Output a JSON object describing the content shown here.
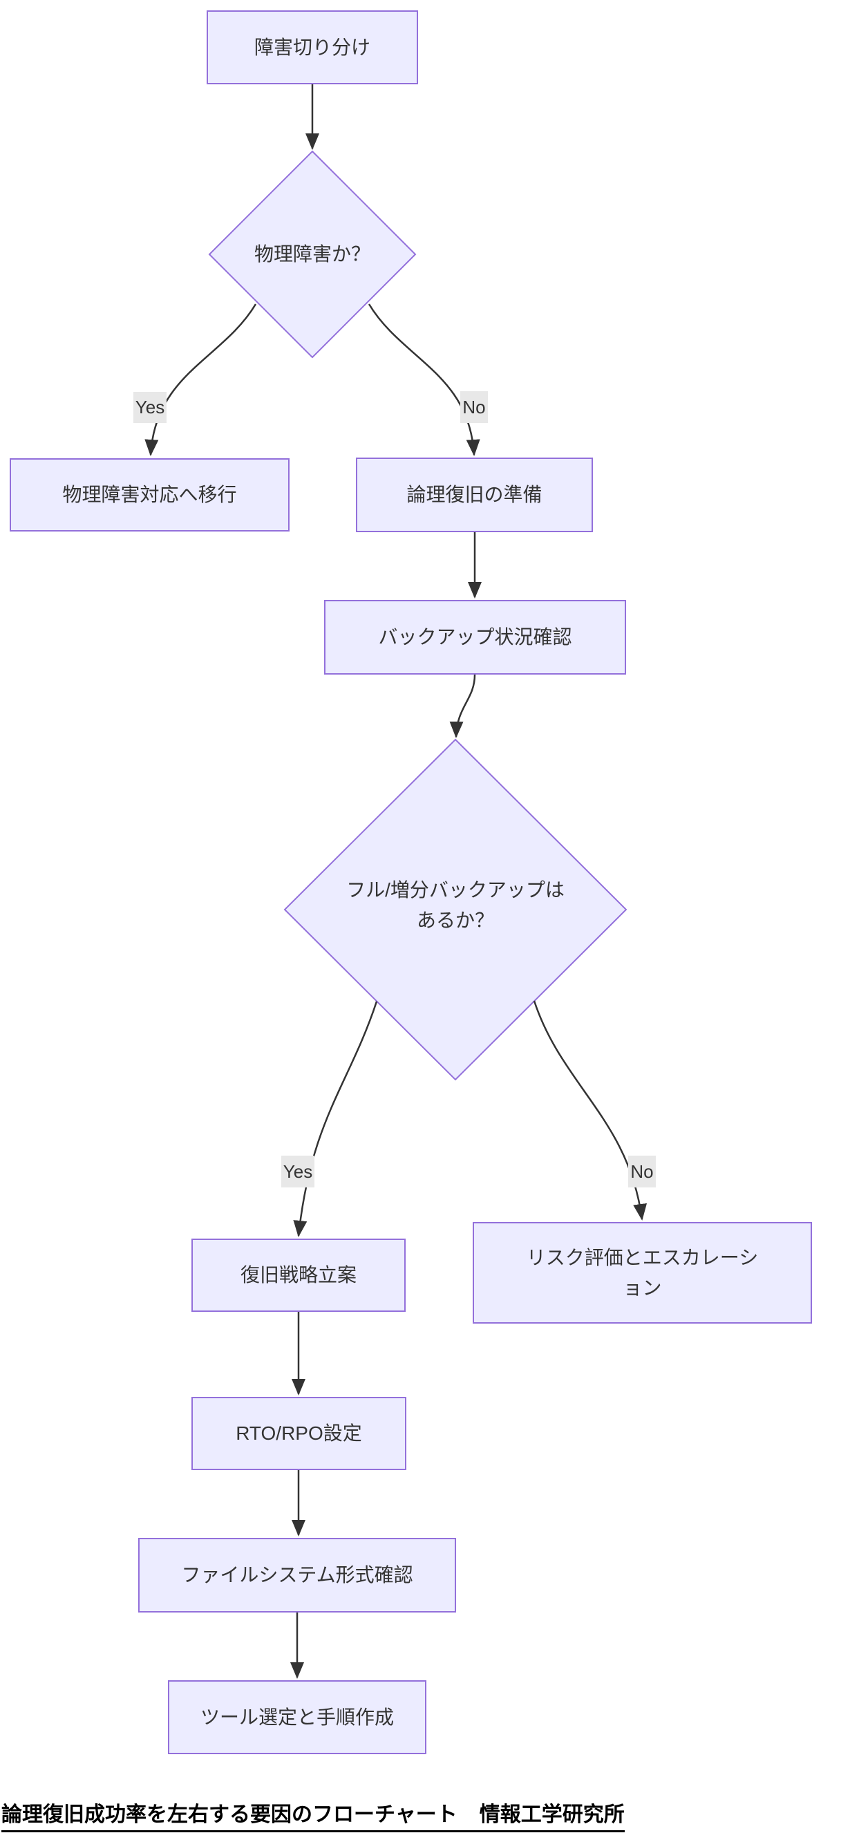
{
  "diagram": {
    "nodes": {
      "start": {
        "label": "障害切り分け"
      },
      "decision_physical": {
        "label": "物理障害か？"
      },
      "physical_response": {
        "label": "物理障害対応へ移行"
      },
      "logical_prep": {
        "label": "論理復旧の準備"
      },
      "backup_check": {
        "label": "バックアップ状況確認"
      },
      "decision_backup": {
        "label_line1": "フル/増分バックアップは",
        "label_line2": "あるか？"
      },
      "strategy": {
        "label": "復旧戦略立案"
      },
      "risk_escalation": {
        "label_line1": "リスク評価とエスカレーシ",
        "label_line2": "ョン"
      },
      "rto_rpo": {
        "label": "RTO/RPO設定"
      },
      "fs_check": {
        "label": "ファイルシステム形式確認"
      },
      "tool_select": {
        "label": "ツール選定と手順作成"
      }
    },
    "edge_labels": {
      "yes1": "Yes",
      "no1": "No",
      "yes2": "Yes",
      "no2": "No"
    },
    "colors": {
      "node_fill": "#ECECFF",
      "node_border": "#9370DB",
      "edge": "#333333",
      "edge_label_bg": "#e8e8e8",
      "text": "#333333"
    }
  },
  "caption": {
    "title": "論理復旧成功率を左右する要因のフローチャート",
    "source": "情報工学研究所"
  }
}
